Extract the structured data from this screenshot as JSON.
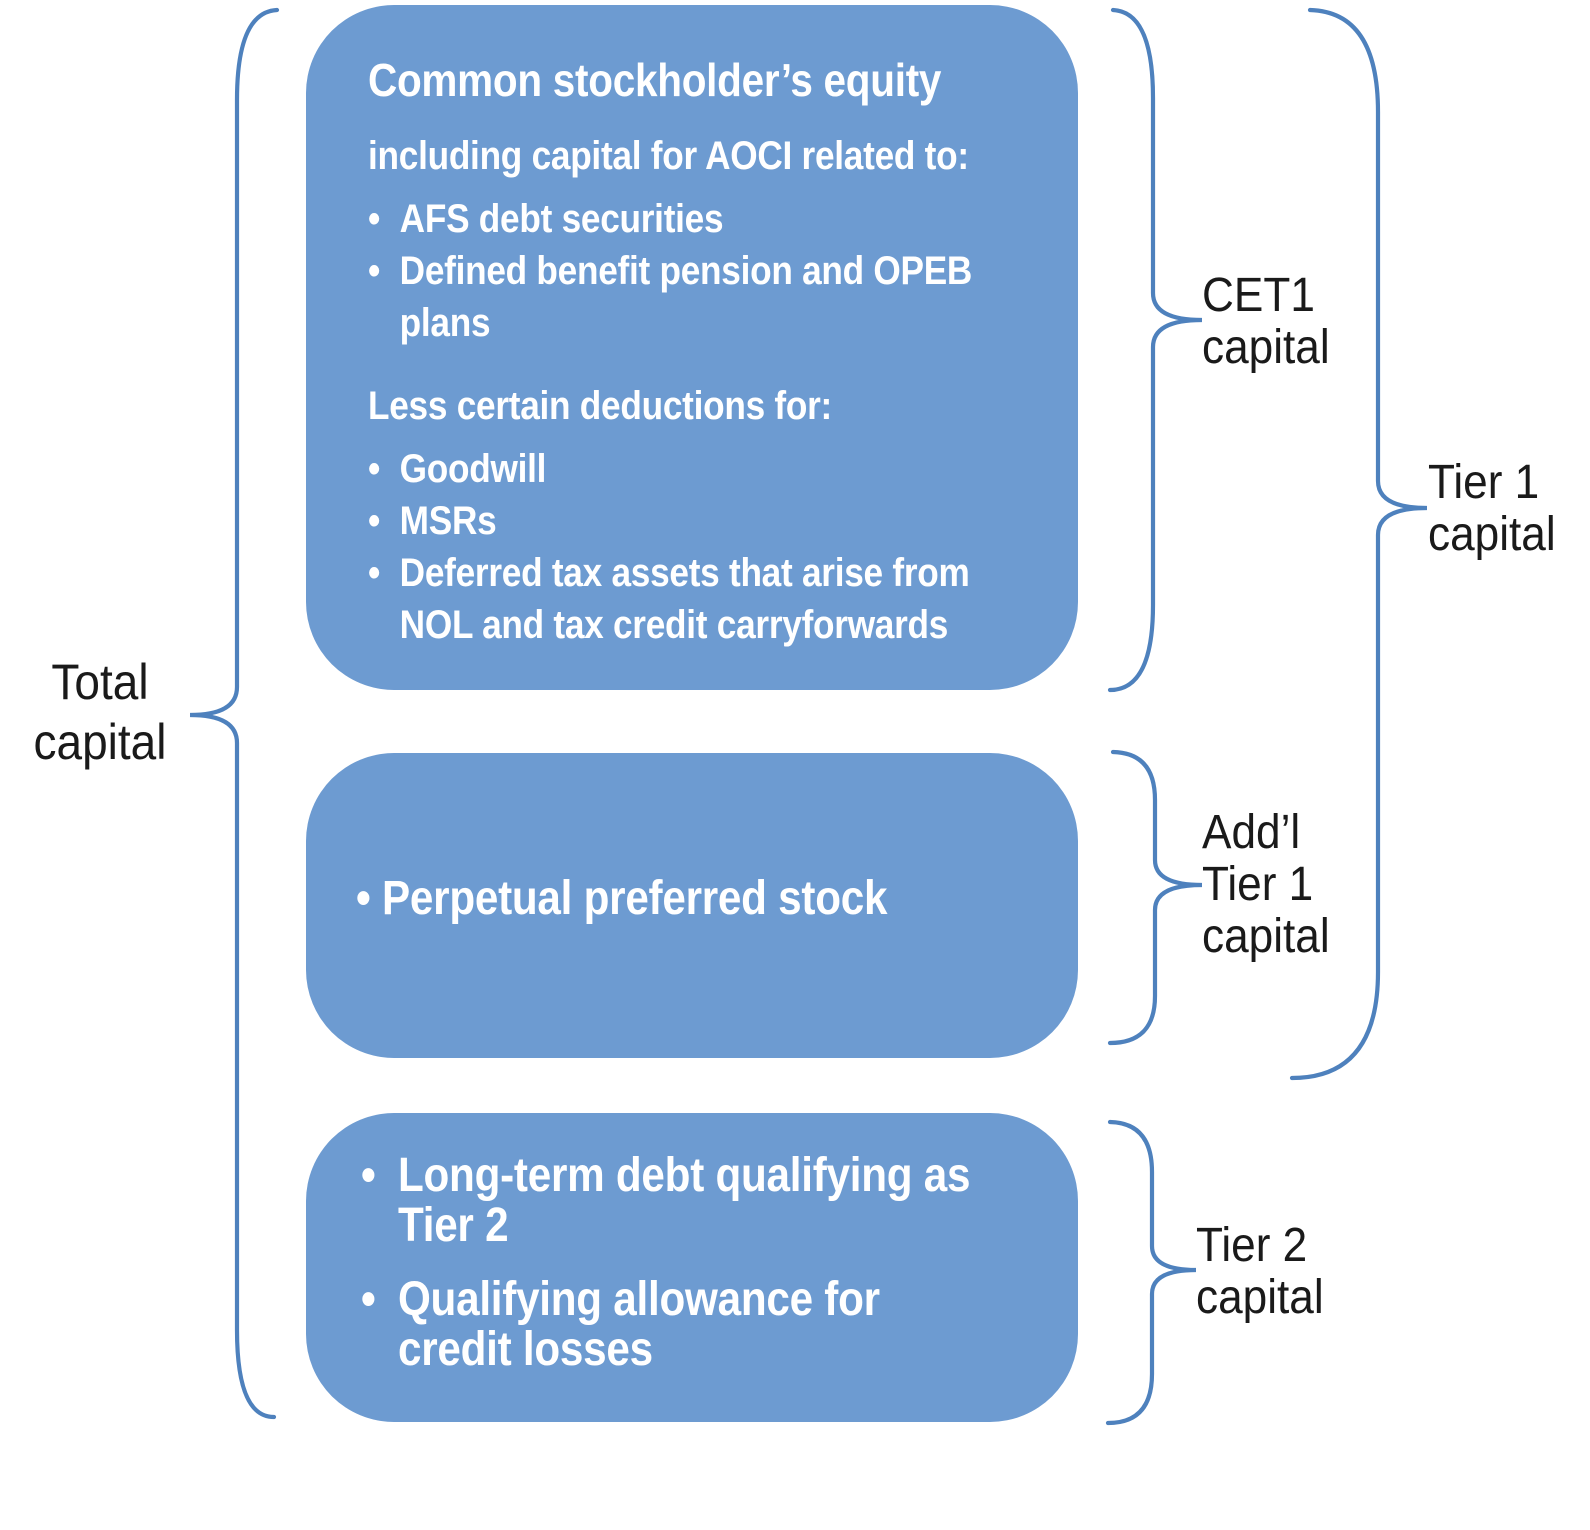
{
  "colors": {
    "box_fill": "#6D9BD1",
    "brace_stroke": "#4E81BD",
    "box_text": "#FFFFFF",
    "label_text": "#1A1A1A",
    "background": "#FFFFFF"
  },
  "boxes": {
    "cet1": {
      "heading": "Common stockholder’s equity",
      "aoci_heading": "including capital for AOCI related to:",
      "aoci_bullets": [
        "AFS debt securities",
        "Defined benefit pension and OPEB\nplans"
      ],
      "deductions_heading": "Less certain deductions for:",
      "deductions_bullets": [
        "Goodwill",
        "MSRs",
        "Deferred tax assets that arise from\nNOL and tax credit carryforwards"
      ]
    },
    "additional_tier1": {
      "bullets": [
        "Perpetual preferred stock"
      ]
    },
    "tier2": {
      "bullets": [
        "Long-term debt qualifying as\nTier 2",
        "Qualifying allowance for\ncredit losses"
      ]
    }
  },
  "labels": {
    "total": "Total\ncapital",
    "cet1": "CET1\ncapital",
    "additional_tier1": "Add’l\nTier 1\ncapital",
    "tier2": "Tier 2\ncapital",
    "tier1": "Tier 1\ncapital"
  }
}
